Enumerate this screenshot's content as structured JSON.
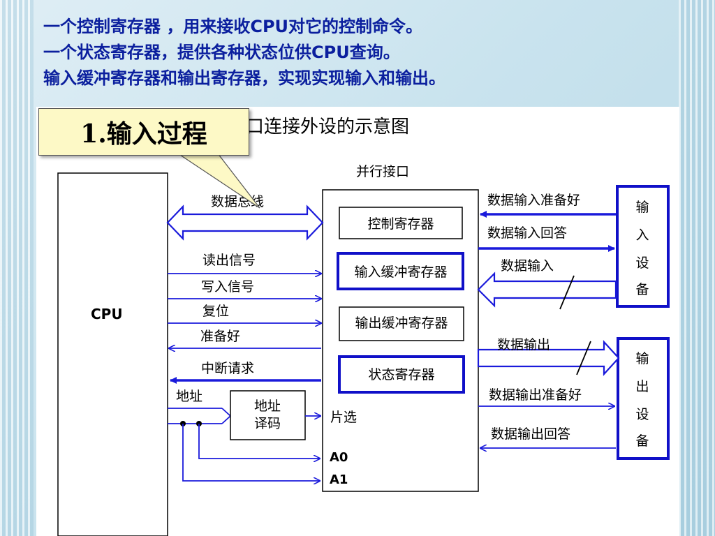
{
  "slide": {
    "lines": [
      "一个控制寄存器 ，用来接收CPU对它的控制命令。",
      "一个状态寄存器，提供各种状态位供CPU查询。",
      "输入缓冲寄存器和输出寄存器，实现实现输入和输出。"
    ],
    "callout": "1.输入过程"
  },
  "diagram": {
    "title_visible": "口连接外设的示意图",
    "cpu_label": "CPU",
    "interface_label": "并行接口",
    "registers": {
      "control": "控制寄存器",
      "input_buffer": "输入缓冲寄存器",
      "output_buffer": "输出缓冲寄存器",
      "status": "状态寄存器"
    },
    "left_signals": {
      "data_bus": "数据总线",
      "read": "读出信号",
      "write": "写入信号",
      "reset": "复位",
      "ready": "准备好",
      "interrupt": "中断请求",
      "address": "地址"
    },
    "decoder": {
      "line1": "地址",
      "line2": "译码"
    },
    "chip_select": "片选",
    "a0": "A0",
    "a1": "A1",
    "right_signals": {
      "in_ready": "数据输入准备好",
      "in_ack": "数据输入回答",
      "data_in": "数据输入",
      "data_out": "数据输出",
      "out_ready": "数据输出准备好",
      "out_ack": "数据输出回答"
    },
    "input_device": [
      "输",
      "入",
      "设",
      "备"
    ],
    "output_device": [
      "输",
      "出",
      "设",
      "备"
    ],
    "colors": {
      "arrow": "#1a1adb",
      "accent_box": "#1010c8",
      "line": "#000000"
    }
  }
}
